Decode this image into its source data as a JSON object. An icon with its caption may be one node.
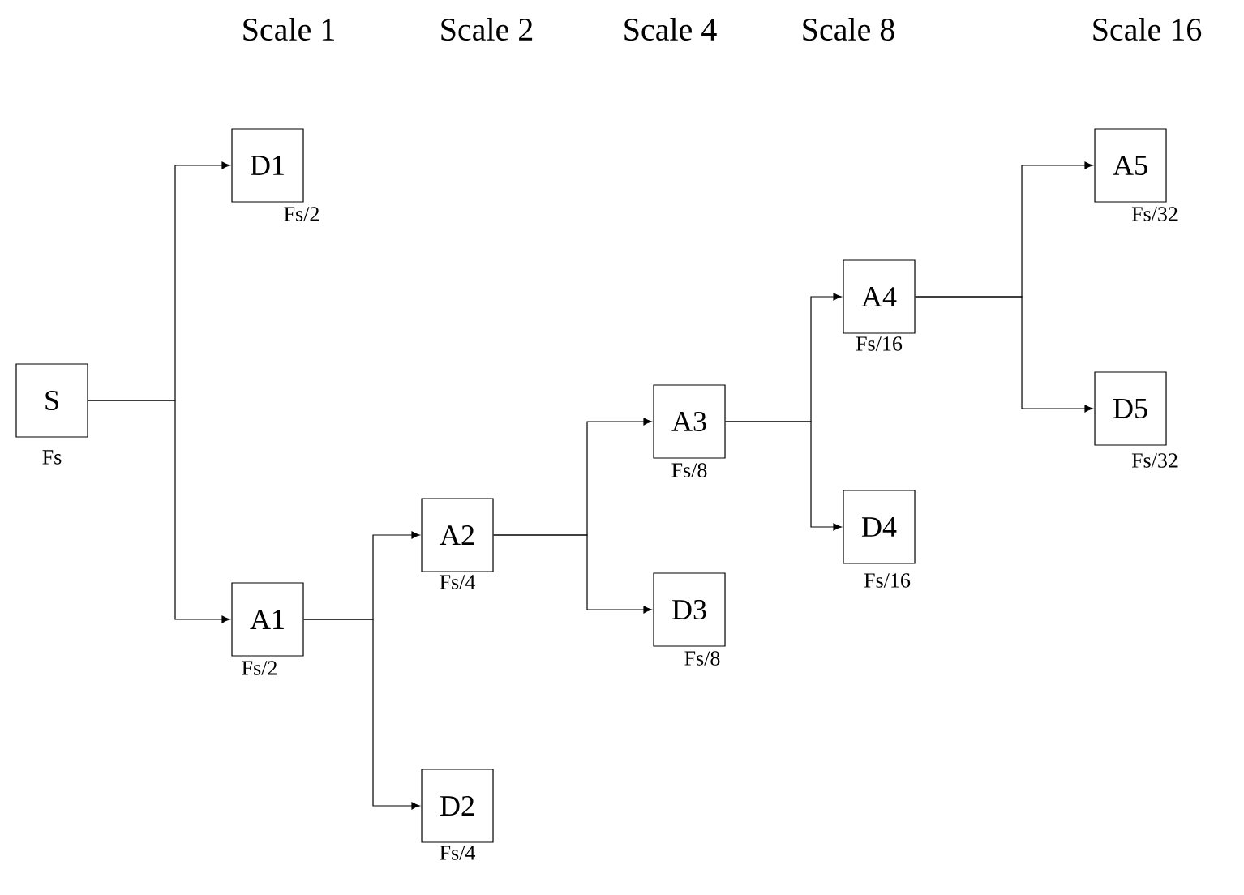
{
  "diagram": {
    "nodes": [
      {
        "text": [
          "S"
        ],
        "beside": [
          "Fs"
        ]
      },
      {
        "text": [
          "D1"
        ],
        "beside": [
          "Fs/2"
        ]
      },
      {
        "text": [
          "A1"
        ],
        "beside": [
          "Fs/2"
        ]
      },
      {
        "text": [
          "A2"
        ],
        "beside": [
          "Fs/4"
        ]
      },
      {
        "text": [
          "D2"
        ],
        "beside": [
          "Fs/4"
        ]
      },
      {
        "text": [
          "A3"
        ],
        "beside": [
          "Fs/8"
        ]
      },
      {
        "text": [
          "D3"
        ],
        "beside": [
          "Fs/8"
        ]
      },
      {
        "text": [
          "A4"
        ],
        "beside": [
          "Fs/16"
        ]
      },
      {
        "text": [
          "D4"
        ],
        "beside": [
          "Fs/16"
        ]
      },
      {
        "text": [
          "A5"
        ],
        "beside": [
          "Fs/32"
        ]
      },
      {
        "text": [
          "D5"
        ],
        "beside": [
          "Fs/32"
        ]
      }
    ],
    "edges": [
      {
        "from": 0,
        "to": 1,
        "arrow": "to"
      },
      {
        "from": 0,
        "to": 2,
        "arrow": "to"
      },
      {
        "from": 2,
        "to": 3,
        "arrow": "to"
      },
      {
        "from": 2,
        "to": 4,
        "arrow": "to"
      },
      {
        "from": 3,
        "to": 5,
        "arrow": "to"
      },
      {
        "from": 3,
        "to": 6,
        "arrow": "to"
      },
      {
        "from": 5,
        "to": 7,
        "arrow": "to"
      },
      {
        "from": 5,
        "to": 8,
        "arrow": "to"
      },
      {
        "from": 7,
        "to": 9,
        "arrow": "to"
      },
      {
        "from": 7,
        "to": 10,
        "arrow": "to"
      }
    ],
    "labels": [
      "Scale 1",
      "Scale 2",
      "Scale 4",
      "Scale 8",
      "Scale 16"
    ]
  }
}
